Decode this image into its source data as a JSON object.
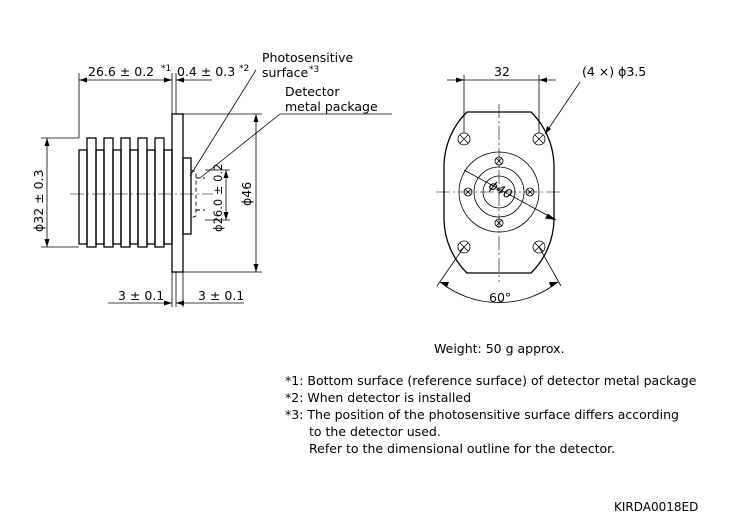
{
  "side_view": {
    "dim_body_length": "26.6 ± 0.2",
    "dim_body_length_mark": "*1",
    "dim_offset": "0.4 ± 0.3",
    "dim_offset_mark": "*2",
    "label_photosensitive": "Photosensitive",
    "label_surface": "surface",
    "label_surface_mark": "*3",
    "label_detector": "Detector",
    "label_metal_package": "metal package",
    "dim_body_diameter": "ϕ32 ± 0.3",
    "dim_detector_diameter": "ϕ26.0 ± 0.2",
    "dim_flange_diameter": "ϕ46",
    "dim_flange_left": "3 ± 0.1",
    "dim_flange_right": "3 ± 0.1"
  },
  "front_view": {
    "dim_hole_spacing": "32",
    "dim_holes": "(4 ×) ϕ3.5",
    "dim_inner_diameter": "ϕ40",
    "dim_angle": "60°"
  },
  "notes": {
    "weight": "Weight: 50 g approx.",
    "note1": "*1: Bottom surface (reference surface) of detector metal package",
    "note2": "*2: When detector is installed",
    "note3_line1": "*3: The position of the photosensitive surface differs according",
    "note3_line2": "to the detector used.",
    "note3_line3": "Refer to the dimensional outline for the detector."
  },
  "drawing_code": "KIRDA0018ED"
}
